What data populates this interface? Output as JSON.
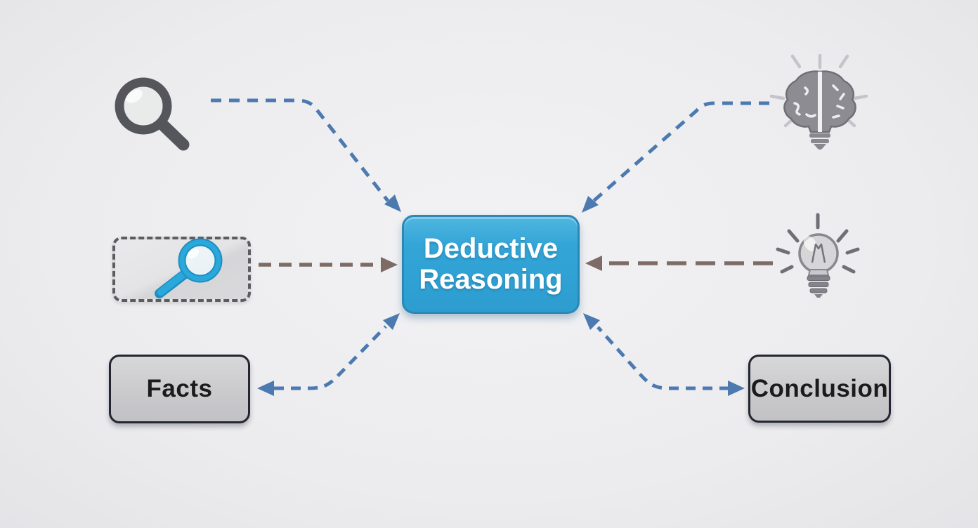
{
  "diagram": {
    "title": "Deductive Reasoning concept diagram",
    "center": {
      "line1": "Deductive",
      "line2": "Reasoning"
    },
    "left": {
      "top_icon": "magnifying-glass-dark",
      "middle_icon": "magnifying-glass-blue-in-dashed-box",
      "bottom_label": "Facts"
    },
    "right": {
      "top_icon": "brain-lightbulb",
      "middle_icon": "lightbulb",
      "bottom_label": "Conclusion"
    },
    "arrows": [
      {
        "from": "magnifying-glass-dark",
        "to": "center",
        "style": "blue-dashed"
      },
      {
        "from": "dashed-box",
        "to": "center",
        "style": "brown-dashed"
      },
      {
        "from": "center",
        "to": "facts",
        "style": "blue-dashed-double-headed"
      },
      {
        "from": "brain-lightbulb",
        "to": "center",
        "style": "blue-dashed"
      },
      {
        "from": "lightbulb",
        "to": "center",
        "style": "brown-dashed"
      },
      {
        "from": "center",
        "to": "conclusion",
        "style": "blue-dashed-double-headed"
      }
    ]
  },
  "colors": {
    "background": "#ECECEE",
    "center_box_fill": "#33A5D7",
    "center_box_border": "#2B87B5",
    "center_text": "#FFFFFF",
    "arrow_blue": "#4C79B0",
    "arrow_brown": "#7D6B66",
    "gray_box_fill": "#CACACD",
    "gray_box_border": "#232632",
    "gray_box_text": "#1B1B1D",
    "dashed_box_border": "#5B5B60",
    "icon_dark_gray": "#55565B",
    "icon_mid_gray": "#8E8C93",
    "icon_blue": "#2AA7DB"
  }
}
